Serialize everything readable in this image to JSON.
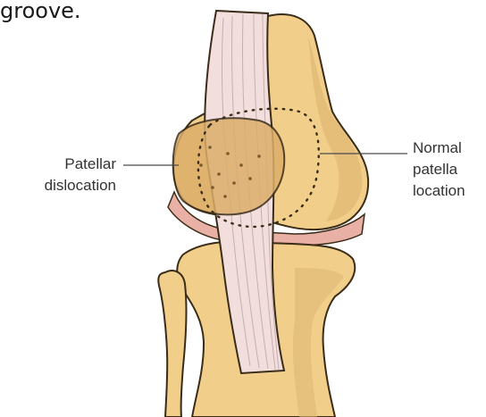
{
  "header_fragment": "groove.",
  "labels": {
    "left": [
      "Patellar",
      "dislocation"
    ],
    "right": [
      "Normal",
      "patella",
      "location"
    ]
  },
  "colors": {
    "bone": "#f1cf8a",
    "bone_shadow": "#d9b068",
    "bone_outline": "#3a2c18",
    "tendon": "#f1dedd",
    "tendon_fiber": "#c9aeb0",
    "cartilage": "#e9b0a6",
    "patella": "#dcae6a",
    "leader_line": "#4a4a4a"
  }
}
